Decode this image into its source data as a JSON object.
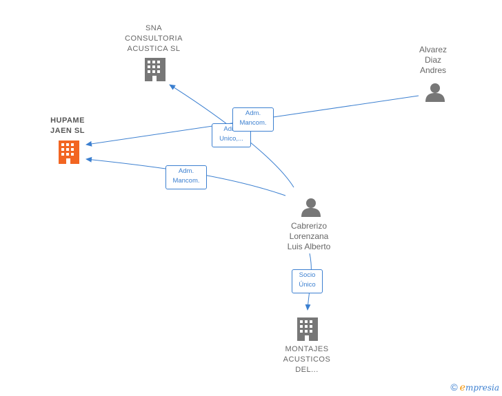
{
  "nodes": {
    "sna": {
      "lines": [
        "SNA",
        "CONSULTORIA",
        "ACUSTICA  SL"
      ],
      "kind": "company"
    },
    "hupame": {
      "lines": [
        "HUPAME",
        "JAEN  SL"
      ],
      "kind": "company-main"
    },
    "alvarez": {
      "lines": [
        "Alvarez",
        "Diaz",
        "Andres"
      ],
      "kind": "person"
    },
    "cabrerizo": {
      "lines": [
        "Cabrerizo",
        "Lorenzana",
        "Luis Alberto"
      ],
      "kind": "person"
    },
    "montajes": {
      "lines": [
        "MONTAJES",
        "ACUSTICOS",
        "DEL..."
      ],
      "kind": "company"
    }
  },
  "edges": {
    "alvarez_hupame": {
      "lines": [
        "Adm.",
        "Mancom."
      ]
    },
    "cabrerizo_sna": {
      "lines": [
        "Adm.",
        "Unico,..."
      ]
    },
    "cabrerizo_hupame": {
      "lines": [
        "Adm.",
        "Mancom."
      ]
    },
    "cabrerizo_montajes": {
      "lines": [
        "Socio",
        "Único"
      ]
    }
  },
  "colors": {
    "edge": "#3b7fd0",
    "icon": "#777777",
    "main_icon": "#f26522"
  },
  "brand": {
    "symbol": "©",
    "initial": "e",
    "rest": "mpresia"
  }
}
